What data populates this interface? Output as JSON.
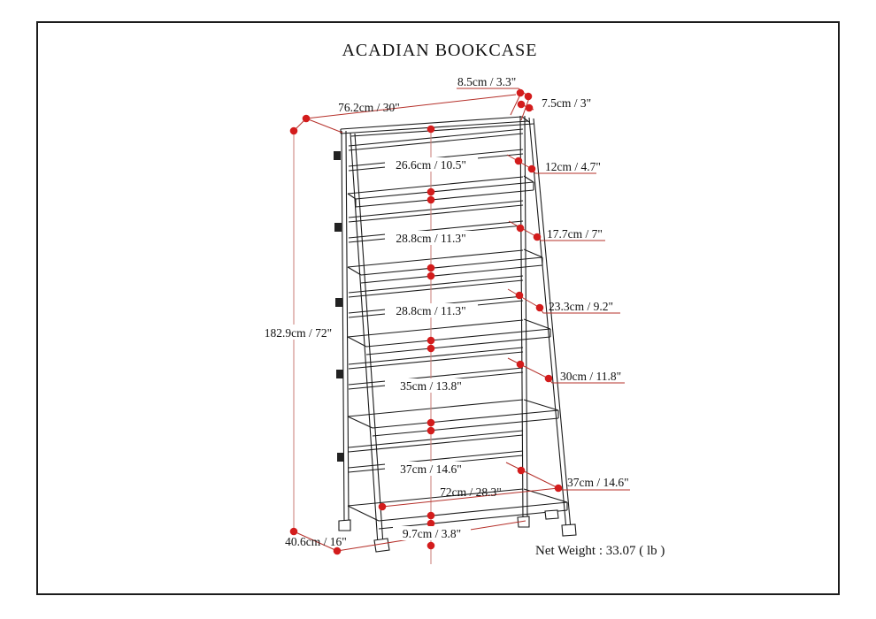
{
  "title": "ACADIAN BOOKCASE",
  "net_weight_label": "Net Weight : 33.07 ( lb )",
  "dims": {
    "overall_width": "76.2cm / 30\"",
    "overall_height": "182.9cm / 72\"",
    "top_cap_depth": "8.5cm / 3.3\"",
    "top_frame_depth": "7.5cm / 3\"",
    "base_depth": "40.6cm / 16\"",
    "shelf_clear_width": "72cm / 28.3\"",
    "bottom_clearance": "9.7cm / 3.8\"",
    "sections": [
      "26.6cm / 10.5\"",
      "28.8cm / 11.3\"",
      "28.8cm / 11.3\"",
      "35cm / 13.8\"",
      "37cm / 14.6\""
    ],
    "depths": [
      "12cm / 4.7\"",
      "17.7cm / 7\"",
      "23.3cm / 9.2\"",
      "30cm / 11.8\"",
      "37cm / 14.6\""
    ]
  },
  "colors": {
    "line": "#1a1a1a",
    "dimension_line": "#b5302a",
    "dimension_dot": "#d31c1c"
  }
}
